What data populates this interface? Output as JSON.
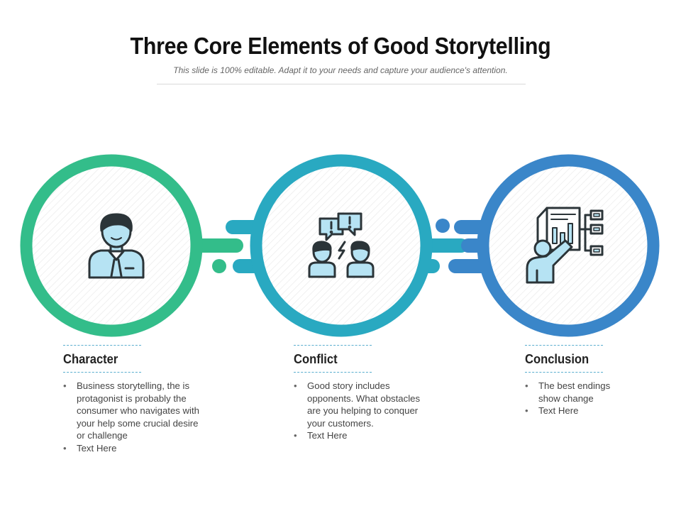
{
  "header": {
    "title": "Three Core Elements of Good Storytelling",
    "subtitle": "This slide is 100% editable. Adapt it to your needs and capture your audience's attention."
  },
  "colors": {
    "green": "#33bd8a",
    "teal": "#29a9c1",
    "blue": "#3a86c9",
    "icon_fill": "#b6e3f3",
    "icon_stroke": "#2b3438"
  },
  "elements": [
    {
      "heading": "Character",
      "icon": "businessman-icon",
      "bullets": [
        "Business storytelling, the is protagonist is probably the consumer who navigates with your help some crucial desire or challenge",
        "Text Here"
      ]
    },
    {
      "heading": "Conflict",
      "icon": "conflict-discussion-icon",
      "bullets": [
        "Good story includes opponents. What obstacles are you helping to conquer your customers.",
        "Text Here"
      ]
    },
    {
      "heading": "Conclusion",
      "icon": "presentation-chart-icon",
      "bullets": [
        "The best endings show change",
        "Text Here"
      ]
    }
  ]
}
